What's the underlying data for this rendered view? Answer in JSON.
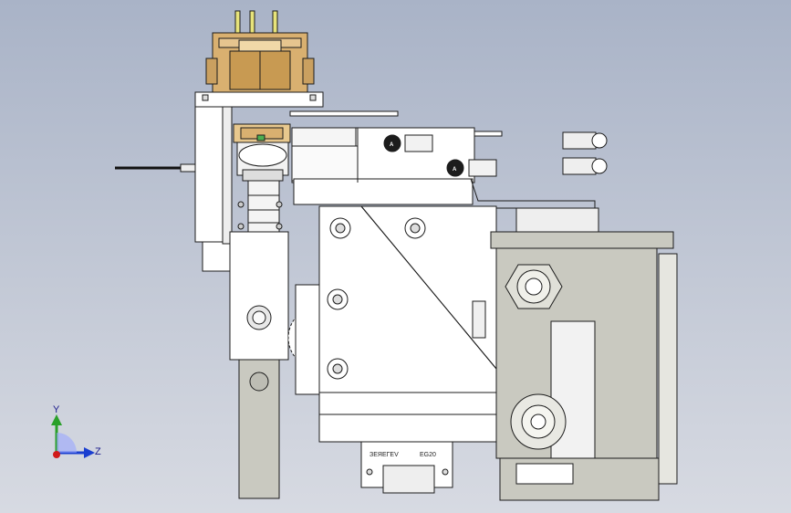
{
  "view": {
    "background_top": "#a9b3c7",
    "background_bottom": "#d7dae2"
  },
  "triad": {
    "y_label": "Y",
    "z_label": "Z",
    "y_color": "#2aa02a",
    "z_color": "#1a3fd0",
    "x_color": "#d01a1a"
  },
  "model": {
    "fitting_a_label": "A",
    "fitting_b_label": "A",
    "rail_marking_left": "ЗЕЯЕГЕV",
    "rail_marking_right": "EG20",
    "part_color_white": "#ffffff",
    "part_color_gray": "#c9c9c0",
    "part_color_brass": "#d9b070",
    "line_color": "#1c1c1c"
  }
}
